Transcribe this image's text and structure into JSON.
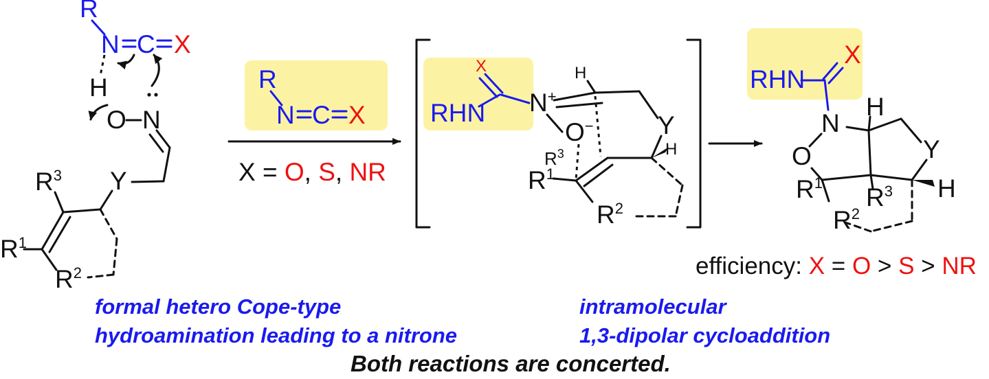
{
  "colors": {
    "ink": "#111111",
    "isocyanate": "#1a1aee",
    "heteroatom_x": "#ee1111",
    "highlight": "#fbf3a3"
  },
  "atoms": {
    "R": "R",
    "N": "N",
    "C": "C",
    "X": "X",
    "H": "H",
    "O": "O",
    "Y": "Y",
    "RHN": "RHN",
    "R1": "R",
    "R2": "R",
    "R3": "R",
    "one": "1",
    "two": "2",
    "three": "3",
    "plus": "+",
    "minus": "−",
    "eq": "="
  },
  "reagent": {
    "R": "R",
    "N": "N",
    "C": "C",
    "X": "X",
    "eq": "="
  },
  "conditions": {
    "x_eq": "X = ",
    "o": "O",
    "comma1": ", ",
    "s": "S",
    "comma2": ", ",
    "nr": "NR"
  },
  "efficiency": {
    "label": "efficiency: ",
    "x": "X",
    "eq": " = ",
    "o": "O",
    "gt1": " > ",
    "s": "S",
    "gt2": " > ",
    "nr": "NR"
  },
  "captions": {
    "left_line1": "formal hetero Cope-type",
    "left_line2": "hydroamination leading to a nitrone",
    "right_line1": "intramolecular",
    "right_line2": "1,3-dipolar cycloaddition",
    "footer": "Both reactions are concerted."
  }
}
